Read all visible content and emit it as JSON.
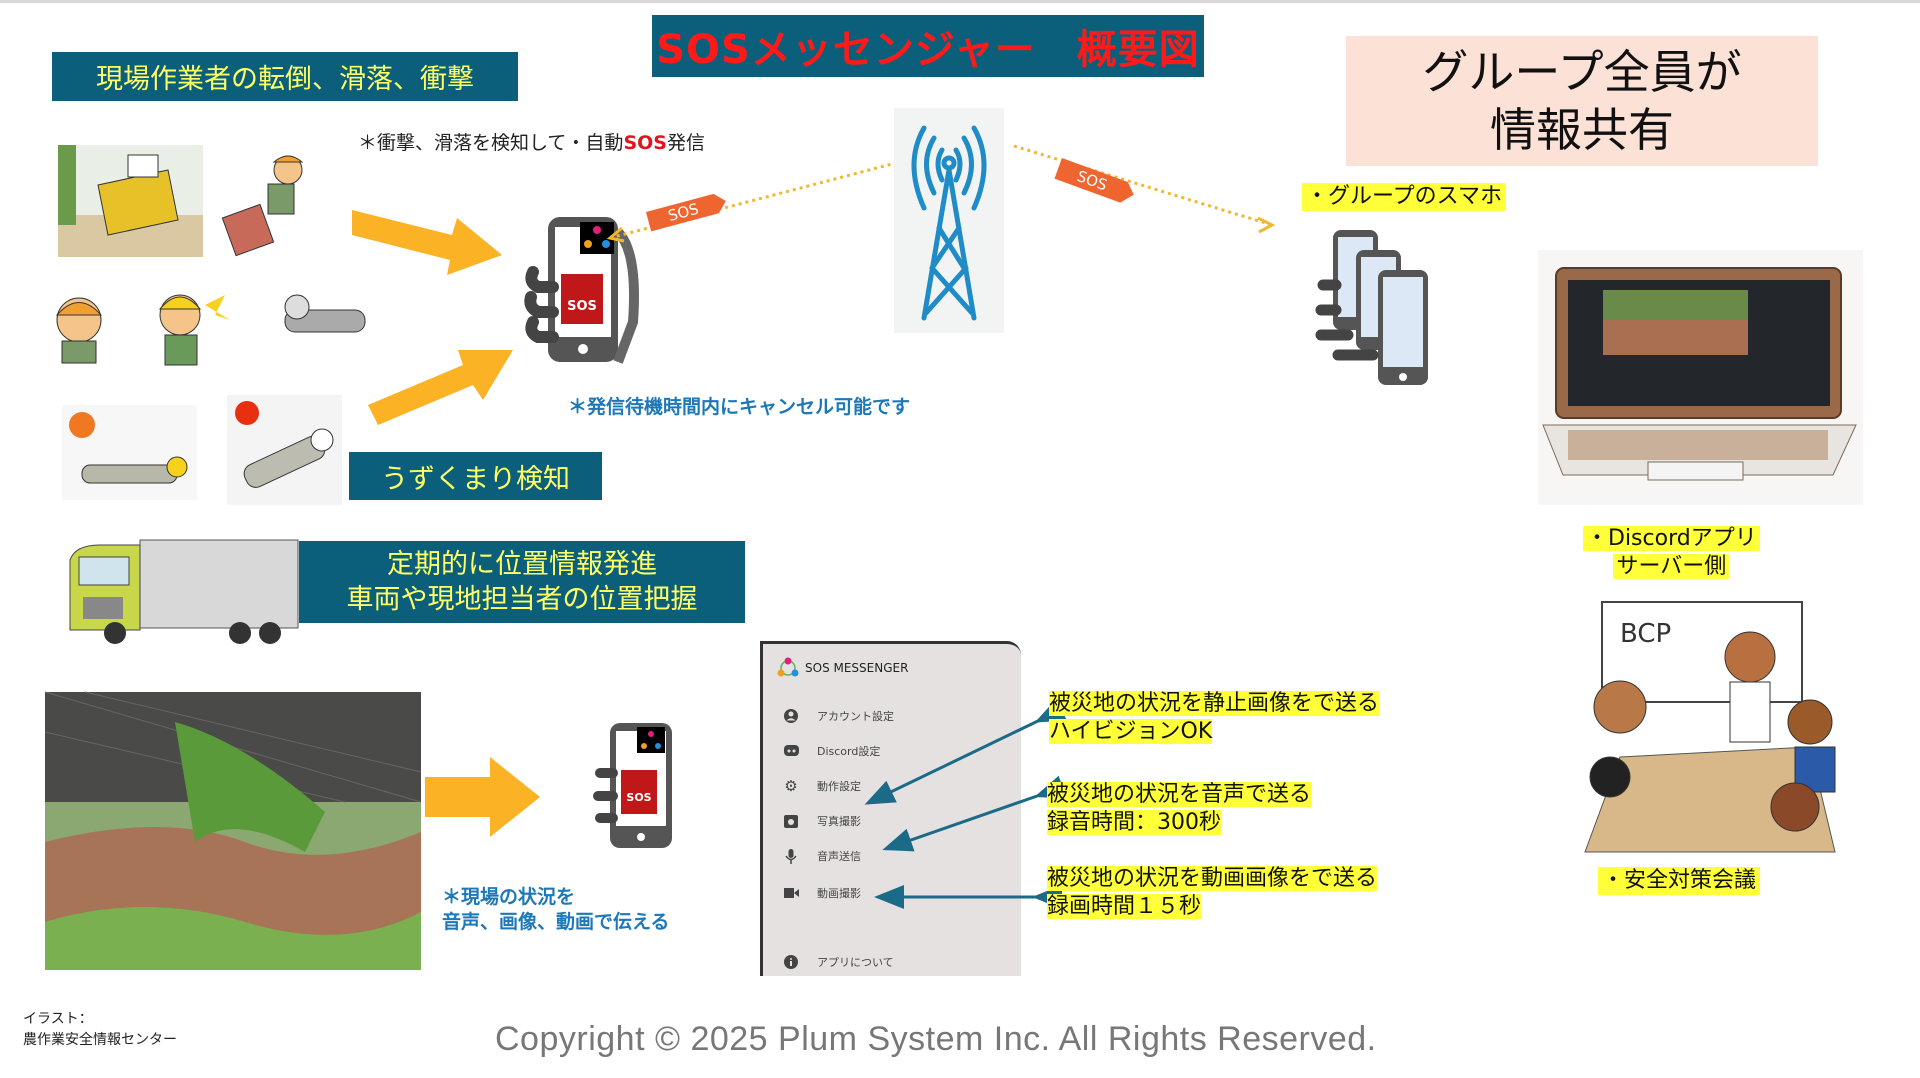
{
  "title": "SOSメッセンジャー　概要図",
  "headers": {
    "fall": "現場作業者の転倒、滑落、衝撃",
    "crouch": "うずくまり検知",
    "location_line1": "定期的に位置情報発進",
    "location_line2": "車両や現地担当者の位置把握",
    "share_line1": "グループ全員が",
    "share_line2": "情報共有"
  },
  "notes": {
    "detect_prefix": "＊衝撃、滑落を検知して・自動",
    "detect_sos": "SOS",
    "detect_suffix": "発信",
    "cancel": "＊発信待機時間内にキャンセル可能です",
    "report_line1": "＊現場の状況を",
    "report_line2": "音声、画像、動画で伝える"
  },
  "sos_tags": [
    "SOS",
    "SOS"
  ],
  "phone_screen": {
    "sos_label": "SOS"
  },
  "labels": {
    "group_phones": "・グループのスマホ",
    "discord_line1": "・Discordアプリ",
    "discord_line2": "サーバー側",
    "meeting": "・安全対策会議",
    "bcp": "BCP"
  },
  "app_menu": {
    "app_name": "SOS MESSENGER",
    "items": [
      {
        "label": "アカウント設定",
        "icon": "account-icon"
      },
      {
        "label": "Discord設定",
        "icon": "discord-icon"
      },
      {
        "label": "動作設定",
        "icon": "gear-icon"
      },
      {
        "label": "写真撮影",
        "icon": "camera-icon"
      },
      {
        "label": "音声送信",
        "icon": "microphone-icon"
      },
      {
        "label": "動画撮影",
        "icon": "video-icon"
      },
      {
        "label": "アプリについて",
        "icon": "info-icon"
      }
    ]
  },
  "features": [
    {
      "line1": "被災地の状況を静止画像をで送る",
      "line2": "ハイビジョンOK"
    },
    {
      "line1": "被災地の状況を音声で送る",
      "line2": "録音時間：300秒"
    },
    {
      "line1": "被災地の状況を動画画像をで送る",
      "line2": "録画時間１５秒"
    }
  ],
  "credit": {
    "line1": "イラスト：",
    "line2": "農作業安全情報センター"
  },
  "copyright": "Copyright © 2025 Plum System Inc. All Rights Reserved.",
  "colors": {
    "teal": "#0b5f7a",
    "yellow_text": "#ffff66",
    "title_red": "#ff1a1a",
    "orange_arrow": "#fbb225",
    "sos_tag": "#ef6530",
    "highlight": "#ffff3a"
  }
}
